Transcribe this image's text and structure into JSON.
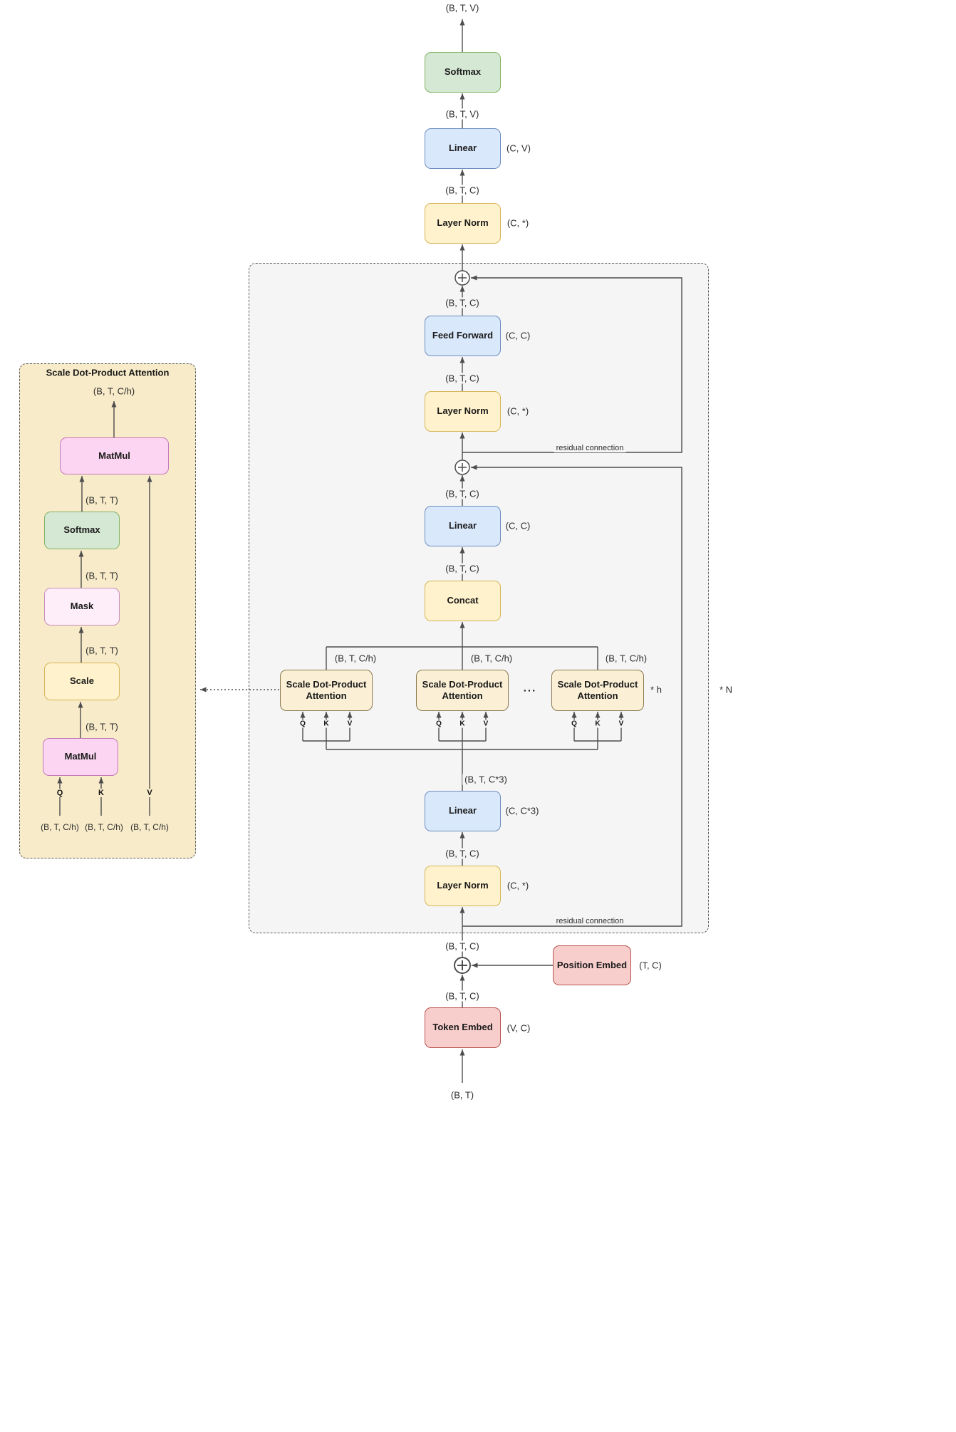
{
  "palette": {
    "box_blue": "#dae8fc",
    "box_blue_border": "#6c8ebf",
    "box_yellow": "#fff2cc",
    "box_yellow_border": "#d6b656",
    "box_green": "#d5e8d4",
    "box_green_border": "#82b366",
    "box_red": "#f8cecc",
    "box_red_border": "#b85450",
    "box_pink": "#fbd5f1",
    "box_tan": "#fbf0d6",
    "block_bg": "#f5f5f5",
    "panel_bg": "#f8ebc9",
    "wire": "#4d4d4d"
  },
  "output": {
    "final_shape": "(B, T, V)",
    "softmax": "Softmax",
    "softmax_in_shape": "(B, T, V)",
    "linear": "Linear",
    "linear_dim": "(C, V)",
    "linear_in_shape": "(B, T, C)",
    "layer_norm": "Layer Norm",
    "layer_norm_dim": "(C, *)"
  },
  "block": {
    "repeat": "* N",
    "residual_label": "residual connection",
    "add_out_shape": "(B, T, C)",
    "feed_forward": "Feed Forward",
    "feed_forward_dim": "(C, C)",
    "feed_forward_in_shape": "(B, T, C)",
    "layer_norm2": "Layer Norm",
    "layer_norm2_dim": "(C, *)",
    "attn_out_shape": "(B, T, C)",
    "linear_proj": "Linear",
    "linear_proj_dim": "(C, C)",
    "concat_out_shape": "(B, T, C)",
    "concat": "Concat",
    "head_out_shape": "(B, T, C/h)",
    "heads": [
      {
        "label": "Scale Dot-Product Attention"
      },
      {
        "label": "Scale Dot-Product Attention"
      },
      {
        "label": "Scale Dot-Product Attention"
      }
    ],
    "dots": "...",
    "heads_repeat": "* h",
    "q": "Q",
    "k": "K",
    "v": "V",
    "qkv_shape": "(B, T, C*3)",
    "linear_qkv": "Linear",
    "linear_qkv_dim": "(C, C*3)",
    "linear_qkv_in_shape": "(B, T, C)",
    "layer_norm1": "Layer Norm",
    "layer_norm1_dim": "(C, *)"
  },
  "embedding": {
    "block_in_shape": "(B, T, C)",
    "position_embed": "Position Embed",
    "position_embed_dim": "(T, C)",
    "token_out_shape": "(B, T, C)",
    "token_embed": "Token Embed",
    "token_embed_dim": "(V, C)",
    "input_shape": "(B, T)"
  },
  "detail": {
    "title": "Scale Dot-Product Attention",
    "out_shape": "(B, T, C/h)",
    "matmul2": "MatMul",
    "btt": "(B, T, T)",
    "softmax": "Softmax",
    "mask": "Mask",
    "scale": "Scale",
    "matmul1": "MatMul",
    "q": "Q",
    "k": "K",
    "v": "V",
    "q_shape": "(B, T, C/h)",
    "k_shape": "(B, T, C/h)",
    "v_shape": "(B, T, C/h)"
  }
}
